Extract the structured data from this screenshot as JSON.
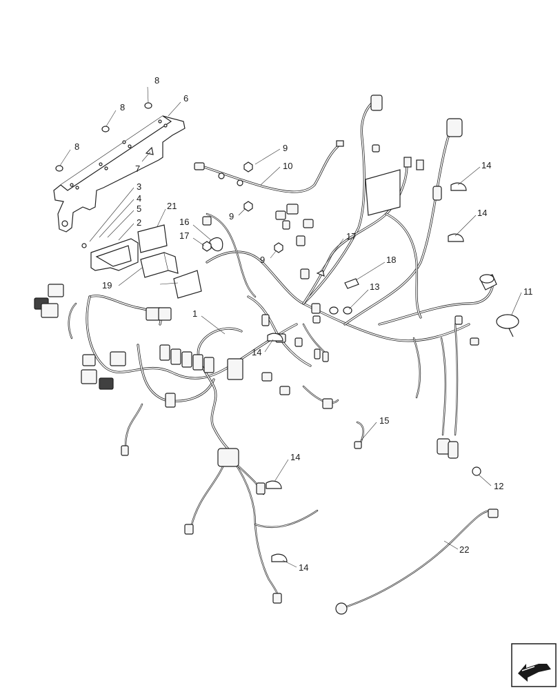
{
  "callouts": [
    {
      "id": "c8a",
      "label": "8"
    },
    {
      "id": "c8b",
      "label": "8"
    },
    {
      "id": "c8c",
      "label": "8"
    },
    {
      "id": "c6",
      "label": "6"
    },
    {
      "id": "c7",
      "label": "7"
    },
    {
      "id": "c9a",
      "label": "9"
    },
    {
      "id": "c10",
      "label": "10"
    },
    {
      "id": "c9b",
      "label": "9"
    },
    {
      "id": "c9c",
      "label": "9"
    },
    {
      "id": "c3",
      "label": "3"
    },
    {
      "id": "c4",
      "label": "4"
    },
    {
      "id": "c5",
      "label": "5"
    },
    {
      "id": "c2",
      "label": "2"
    },
    {
      "id": "c21",
      "label": "21"
    },
    {
      "id": "c16",
      "label": "16"
    },
    {
      "id": "c17a",
      "label": "17"
    },
    {
      "id": "c17b",
      "label": "17"
    },
    {
      "id": "c18",
      "label": "18"
    },
    {
      "id": "c19",
      "label": "19"
    },
    {
      "id": "c13",
      "label": "13"
    },
    {
      "id": "c14a",
      "label": "14"
    },
    {
      "id": "c14b",
      "label": "14"
    },
    {
      "id": "c11",
      "label": "11"
    },
    {
      "id": "c1",
      "label": "1"
    },
    {
      "id": "c14c",
      "label": "14"
    },
    {
      "id": "c15",
      "label": "15"
    },
    {
      "id": "c14d",
      "label": "14"
    },
    {
      "id": "c12",
      "label": "12"
    },
    {
      "id": "c22",
      "label": "22"
    },
    {
      "id": "c14e",
      "label": "14"
    }
  ],
  "nav": {
    "icon": "return-arrow-icon"
  }
}
